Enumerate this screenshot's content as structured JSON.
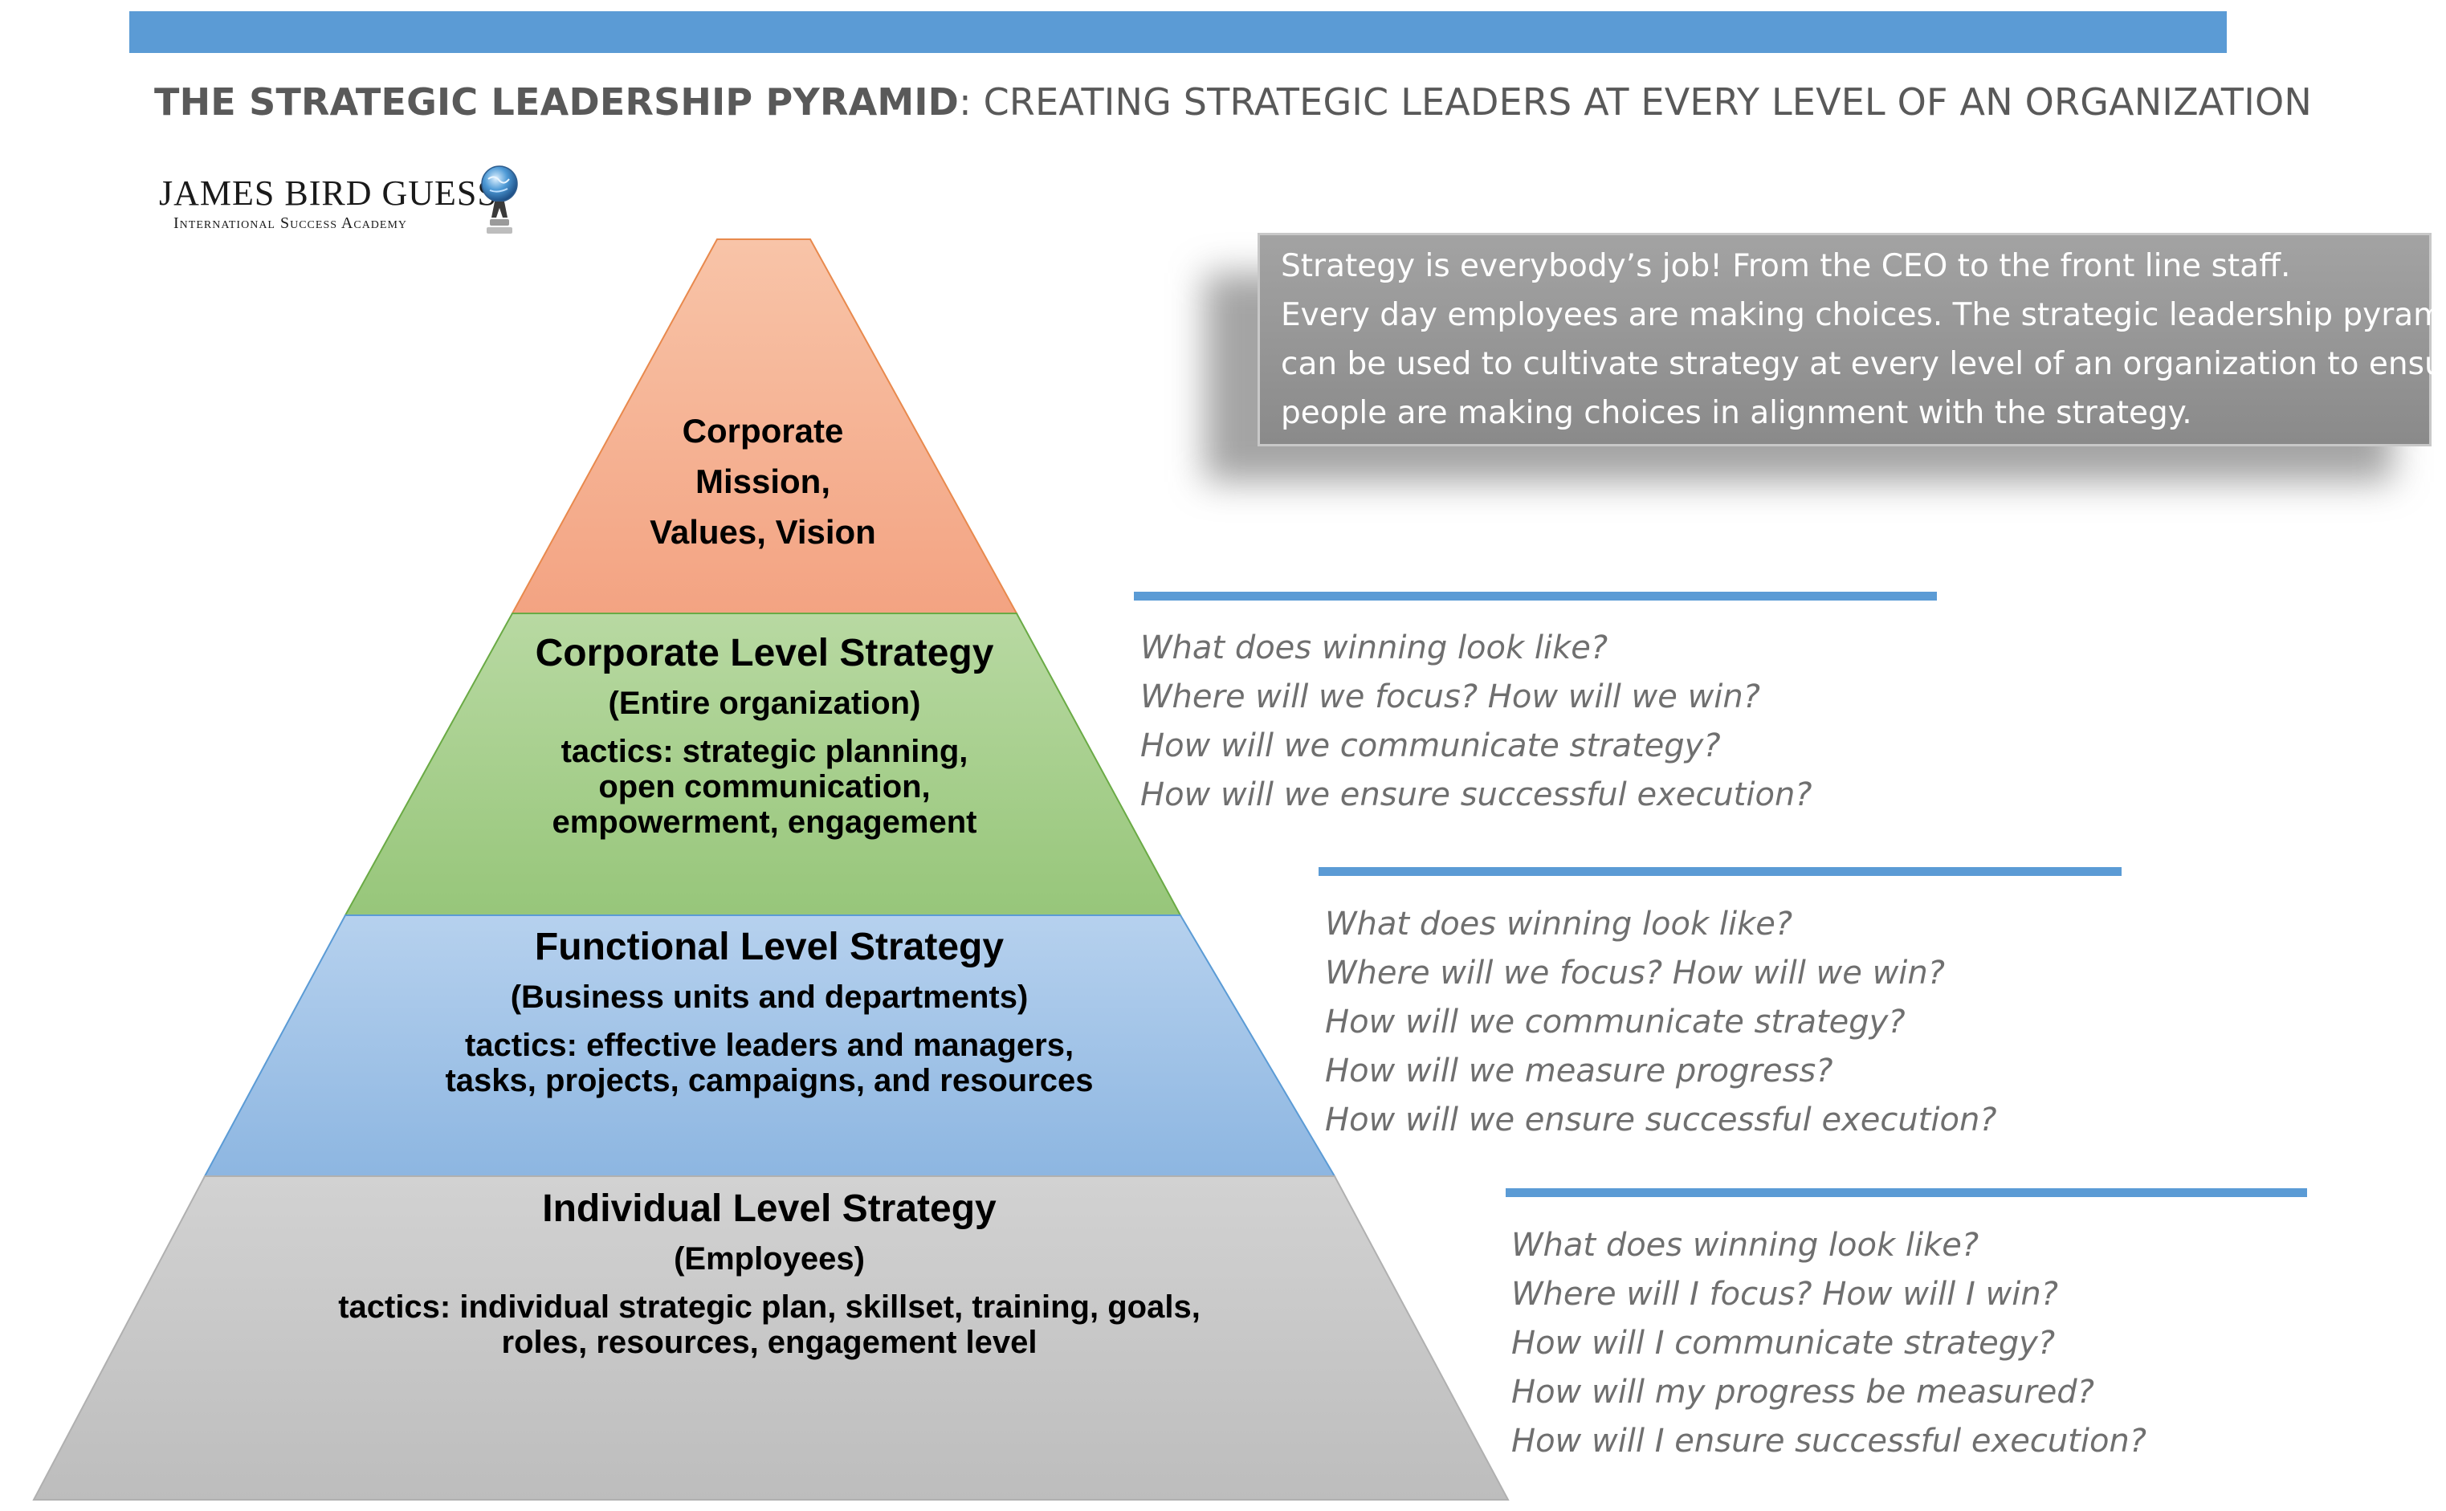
{
  "header": {
    "title_bold": "THE STRATEGIC LEADERSHIP PYRAMID",
    "title_rest": ": CREATING STRATEGIC LEADERS AT EVERY LEVEL OF AN ORGANIZATION"
  },
  "logo": {
    "name": "JAMES BIRD GUESS",
    "tagline": "International Success Academy"
  },
  "callout": {
    "lines": [
      "Strategy is everybody’s job! From the CEO to the front line staff.",
      "Every day employees are making choices. The strategic leadership pyramid",
      "can be used to cultivate strategy at every level of an organization to ensure",
      "people are making choices in alignment with the strategy."
    ]
  },
  "pyramid": {
    "top": {
      "lines": [
        "Corporate",
        "Mission,",
        "Values, Vision"
      ],
      "color": "#f4a582"
    },
    "corporate": {
      "title": "Corporate Level Strategy",
      "subtitle": "(Entire organization)",
      "tactics": [
        "tactics: strategic planning,",
        "open communication,",
        "empowerment, engagement"
      ],
      "color": "#a9d18e"
    },
    "functional": {
      "title": "Functional Level Strategy",
      "subtitle": "(Business units and departments)",
      "tactics": [
        "tactics: effective leaders and managers,",
        "tasks, projects, campaigns, and resources"
      ],
      "color": "#9dc3e6"
    },
    "individual": {
      "title": "Individual Level Strategy",
      "subtitle": "(Employees)",
      "tactics": [
        "tactics: individual strategic plan, skillset, training, goals,",
        "roles, resources, engagement level"
      ],
      "color": "#c9c9c9"
    }
  },
  "questions": {
    "corporate": [
      "What does winning look like?",
      "Where will we focus?  How will we win?",
      "How will we communicate strategy?",
      "How will we ensure successful execution?"
    ],
    "functional": [
      "What does winning look like?",
      "Where will we focus?  How will we win?",
      "How will we communicate strategy?",
      "How will we measure progress?",
      "How will we ensure successful execution?"
    ],
    "individual": [
      "What does winning look like?",
      "Where will I focus?  How will I win?",
      "How will I communicate strategy?",
      "How will my progress be measured?",
      "How will I ensure successful execution?"
    ]
  },
  "colors": {
    "accent_blue": "#5b9bd5",
    "title_gray": "#595959",
    "question_gray": "#6f6f6f"
  }
}
